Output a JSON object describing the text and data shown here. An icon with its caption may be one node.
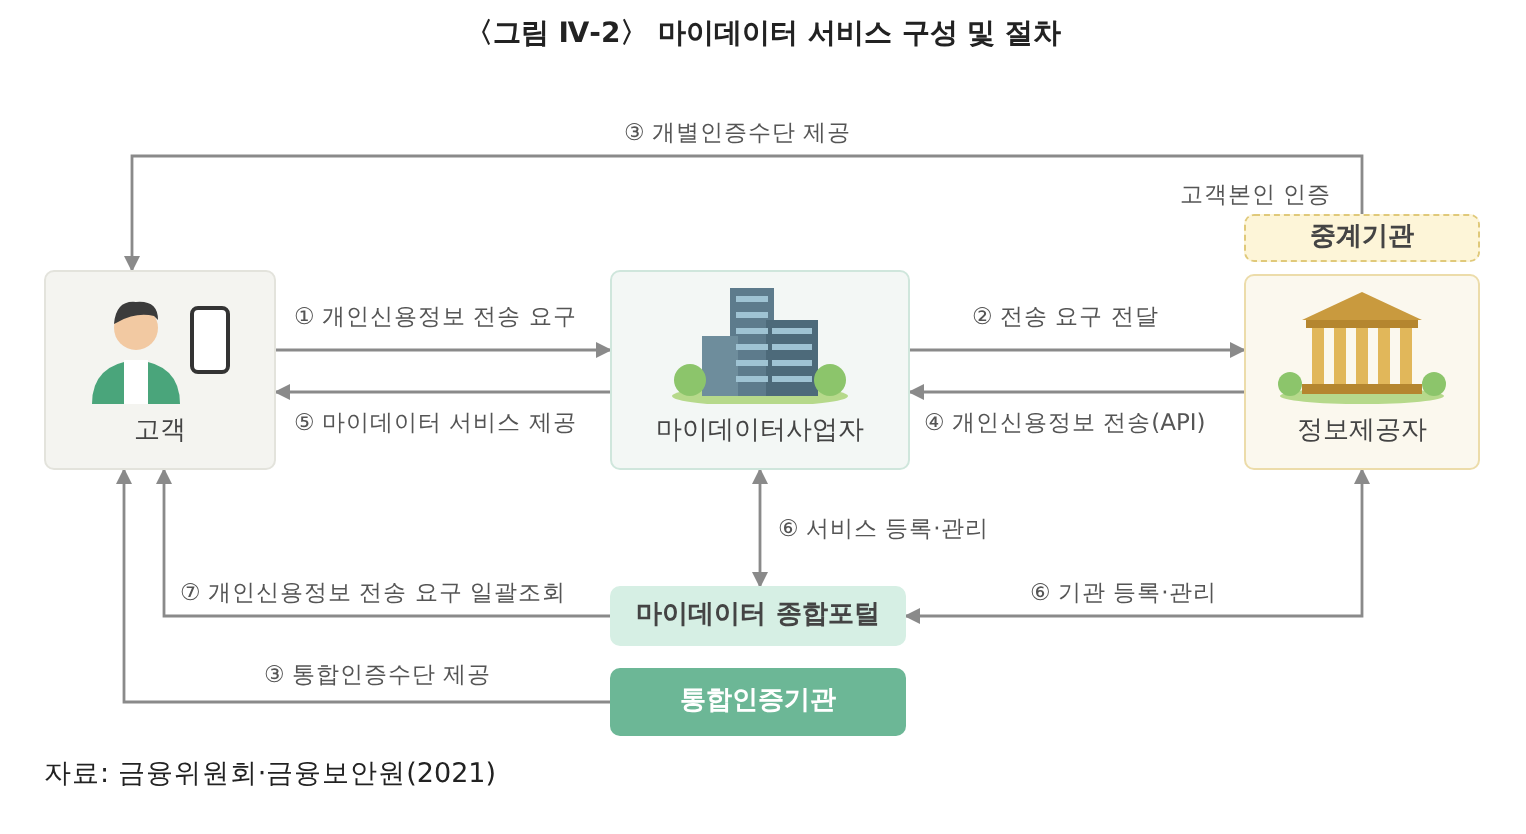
{
  "diagram": {
    "title": "〈그림 Ⅳ-2〉 마이데이터 서비스 구성 및 절차",
    "caption": "자료: 금융위원회·금융보안원(2021)",
    "nodes": [
      {
        "text": [
          "고객"
        ]
      },
      {
        "text": [
          "마이데이터사업자"
        ]
      },
      {
        "text": [
          "중계기관"
        ]
      },
      {
        "text": [
          "정보제공자"
        ]
      },
      {
        "text": [
          "마이데이터 종합포털"
        ]
      },
      {
        "text": [
          "통합인증기관"
        ]
      }
    ],
    "edges": [
      {
        "from": 0,
        "to": 1,
        "arrow": "to",
        "label": "① 개인신용정보 전송 요구"
      },
      {
        "from": 1,
        "to": 0,
        "arrow": "to",
        "label": "⑤ 마이데이터 서비스 제공"
      },
      {
        "from": 1,
        "to": 3,
        "arrow": "to",
        "label": "② 전송 요구 전달"
      },
      {
        "from": 3,
        "to": 1,
        "arrow": "to",
        "label": "④ 개인신용정보 전송(API)"
      },
      {
        "from": 2,
        "to": 0,
        "arrow": "to",
        "label": "③ 개별인증수단 제공"
      },
      {
        "from": 1,
        "to": 4,
        "arrow": "both",
        "label": "⑥ 서비스 등록·관리"
      },
      {
        "from": 4,
        "to": 0,
        "arrow": "to",
        "label": "⑦ 개인신용정보 전송 요구 일괄조회"
      },
      {
        "from": 3,
        "to": 4,
        "arrow": "both",
        "label": "⑥ 기관 등록·관리"
      },
      {
        "from": 5,
        "to": 0,
        "arrow": "to",
        "label": "③ 통합인증수단 제공"
      }
    ],
    "labels": [
      "고객본인 인증"
    ]
  }
}
